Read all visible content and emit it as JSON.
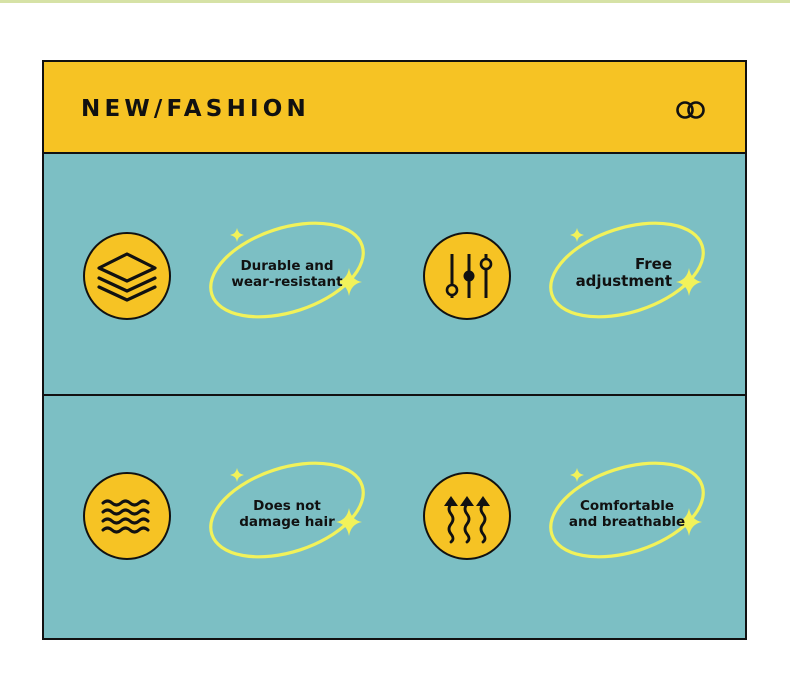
{
  "header": {
    "title": "NEW/FASHION",
    "icon": "rings-icon"
  },
  "colors": {
    "accent": "#f6c324",
    "background": "#7cbfc4",
    "glow": "#f2f25a",
    "ink": "#111111"
  },
  "features": [
    {
      "icon": "layers-icon",
      "lines": [
        "Durable and",
        "wear-resistant"
      ]
    },
    {
      "icon": "sliders-icon",
      "lines": [
        "Free",
        "adjustment"
      ]
    },
    {
      "icon": "waves-icon",
      "lines": [
        "Does not",
        "damage hair"
      ]
    },
    {
      "icon": "breathable-arrows-icon",
      "lines": [
        "Comfortable",
        "and breathable"
      ]
    }
  ]
}
